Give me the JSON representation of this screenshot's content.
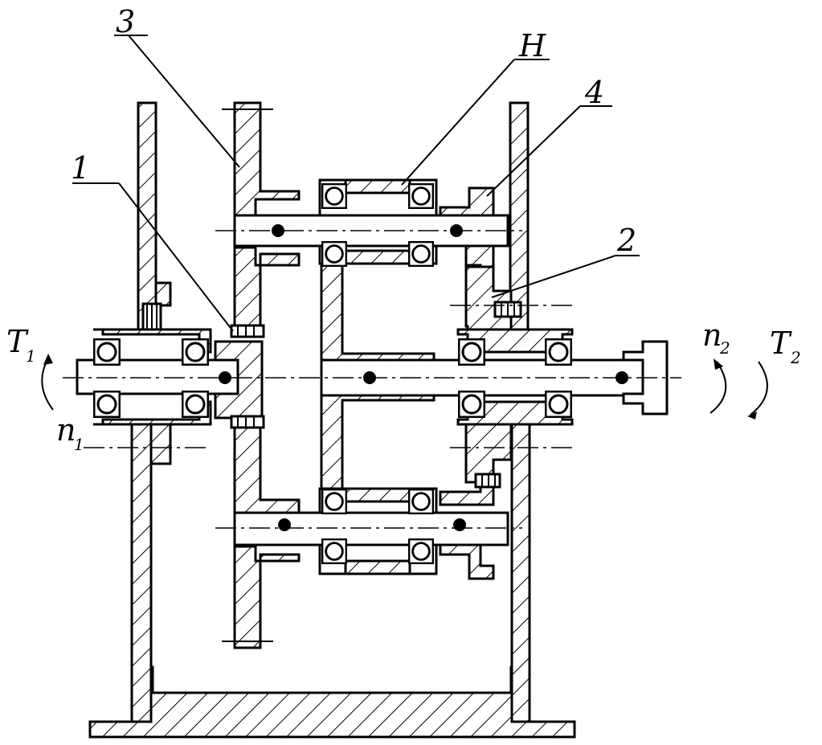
{
  "labels": {
    "part_1": "1",
    "part_2": "2",
    "part_3": "3",
    "part_4": "4",
    "carrier": "H",
    "torque_in": "T",
    "torque_in_sub": "1",
    "torque_out": "T",
    "torque_out_sub": "2",
    "speed_in": "n",
    "speed_in_sub": "1",
    "speed_out": "n",
    "speed_out_sub": "2"
  },
  "colors": {
    "line": "#000000",
    "background": "#ffffff"
  }
}
